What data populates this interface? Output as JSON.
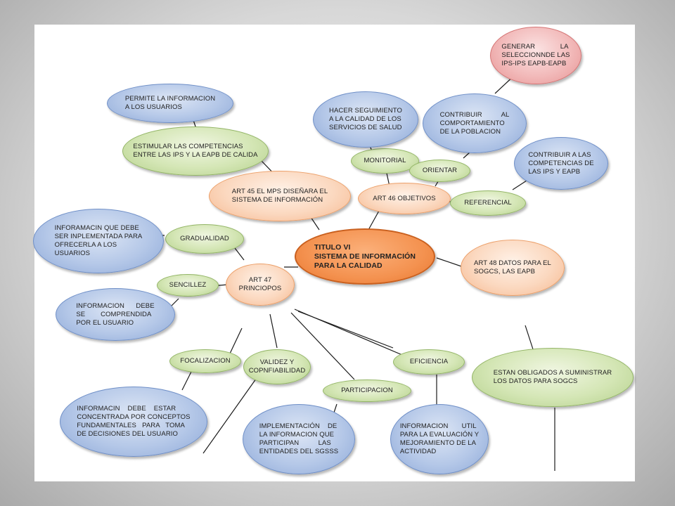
{
  "nodes": {
    "central": "TITULO VI\nSISTEMA DE INFORMACIÓN\nPARA LA CALIDAD",
    "art45": "ART 45 EL MPS DISEÑARA EL\nSISTEMA DE INFORMACIÓN",
    "estimular": "ESTIMULAR LAS COMPETENCIAS\nENTRE LAS IPS Y LA EAPB DE CALIDA",
    "permite": "PERMITE LA INFORMACION\nA LOS USUARIOS",
    "art46": "ART 46 OBJETIVOS",
    "monitorial": "MONITORIAL",
    "hacer": "HACER SEGUIMIENTO\nA LA CALIDAD DE LOS\nSERVICIOS DE SALUD",
    "orientar": "ORIENTAR",
    "contribuir_comp": "CONTRIBUIR          AL\nCOMPORTAMIENTO\nDE LA POBLACION",
    "generar": "GENERAR             LA\nSELECCIONNDE LAS\nIPS-IPS EAPB-EAPB",
    "referencial": "REFERENCIAL",
    "contribuir_ips": "CONTRIBUIR A LAS\nCOMPETENCIAS DE\nLAS IPS Y EAPB",
    "gradualidad": "GRADUALIDAD",
    "inforamacin": "INFORAMACIN QUE DEBE\nSER INPLEMENTADA PARA\nOFRECERLA A LOS\nUSUARIOS",
    "art47": "ART 47\nPRINCIOPOS",
    "sencillez": "SENCILLEZ",
    "comprendida": "INFORMACION      DEBE\nSE        COMPRENDIDA\nPOR EL USUARIO",
    "art48": "ART 48 DATOS PARA EL\nSOGCS, LAS EAPB",
    "focalizacion": "FOCALIZACION",
    "concentrada": "INFORMACIN    DEBE    ESTAR\nCONCENTRADA POR CONCEPTOS\nFUNDAMENTALES   PARA   TOMA\nDE DECISIONES DEL USUARIO",
    "validez": "VALIDEZ Y\nCOPNFIABILIDAD",
    "participacion": "PARTICIPACION",
    "implementacion": "IMPLEMENTACIÓN    DE\nLA INFORMACION QUE\nPARTICIPAN          LAS\nENTIDADES DEL SGSSS",
    "eficiencia": "EFICIENCIA",
    "informacion_util": "INFORMACION       UTIL\nPARA LA EVALUACIÓN Y\nMEJORAMIENTO DE LA\nACTIVIDAD",
    "estan": "ESTAN OBLIGADOS A SUMINISTRAR\nLOS DATOS PARA SOGCS"
  },
  "colors": {
    "blue": "#b5c8e8",
    "green": "#d4e6b5",
    "peach": "#fbd8bf",
    "pink": "#f2baba",
    "orange": "#f49250",
    "connector": "#1a1a1a"
  }
}
